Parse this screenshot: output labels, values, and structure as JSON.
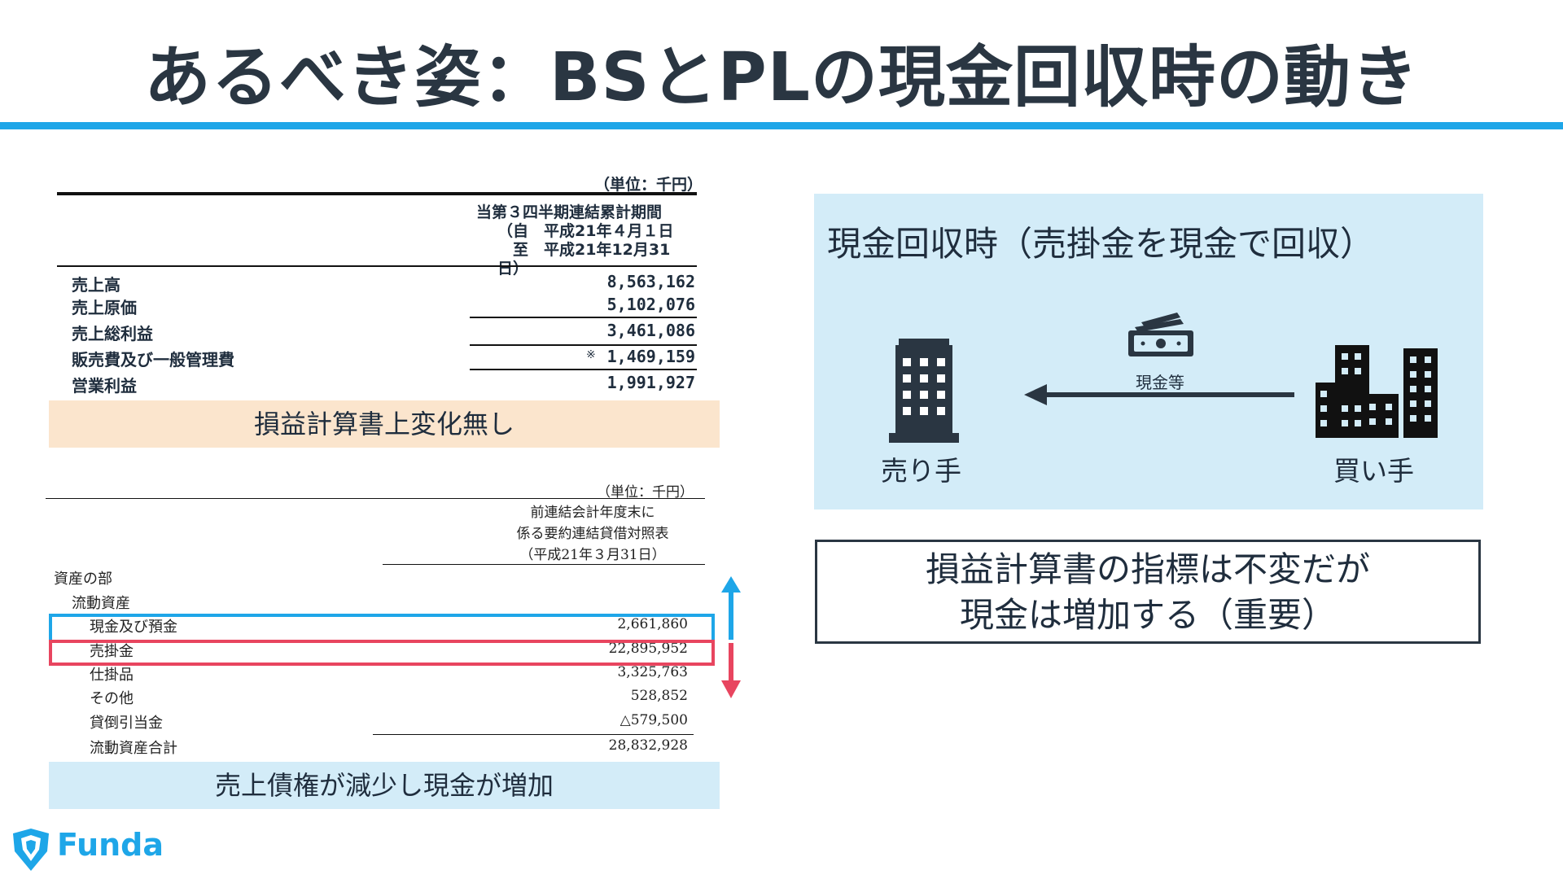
{
  "title": "あるべき姿：BSとPLの現金回収時の動き",
  "pl": {
    "unit": "（単位：千円）",
    "period": [
      "当第３四半期連結累計期間",
      "（自　平成21年４月１日",
      "　至　平成21年12月31日）"
    ],
    "rows": [
      {
        "label": "売上高",
        "value": "8,563,162"
      },
      {
        "label": "売上原価",
        "value": "5,102,076"
      },
      {
        "label": "売上総利益",
        "value": "3,461,086"
      },
      {
        "label": "販売費及び一般管理費",
        "value": "1,469,159",
        "note": "※"
      },
      {
        "label": "営業利益",
        "value": "1,991,927"
      }
    ],
    "band": "損益計算書上変化無し"
  },
  "bs": {
    "unit": "（単位：千円）",
    "header": [
      "前連結会計年度末に",
      "係る要約連結貸借対照表",
      "（平成21年３月31日）"
    ],
    "section": "資産の部",
    "subsection": "流動資産",
    "rows": [
      {
        "label": "現金及び預金",
        "value": "2,661,860"
      },
      {
        "label": "売掛金",
        "value": "22,895,952"
      },
      {
        "label": "仕掛品",
        "value": "3,325,763"
      },
      {
        "label": "その他",
        "value": "528,852"
      },
      {
        "label": "貸倒引当金",
        "value": "△579,500"
      },
      {
        "label": "流動資産合計",
        "value": "28,832,928"
      }
    ],
    "band": "売上債権が減少し現金が増加"
  },
  "panel": {
    "title": "現金回収時（売掛金を現金で回収）",
    "seller": "売り手",
    "buyer": "買い手",
    "cash": "現金等"
  },
  "message": [
    "損益計算書の指標は不変だが",
    "現金は増加する（重要）"
  ],
  "logo": {
    "text": "Funda"
  },
  "colors": {
    "accent": "#1ea6e8",
    "down": "#e8455f",
    "dark": "#1f2d3d"
  }
}
